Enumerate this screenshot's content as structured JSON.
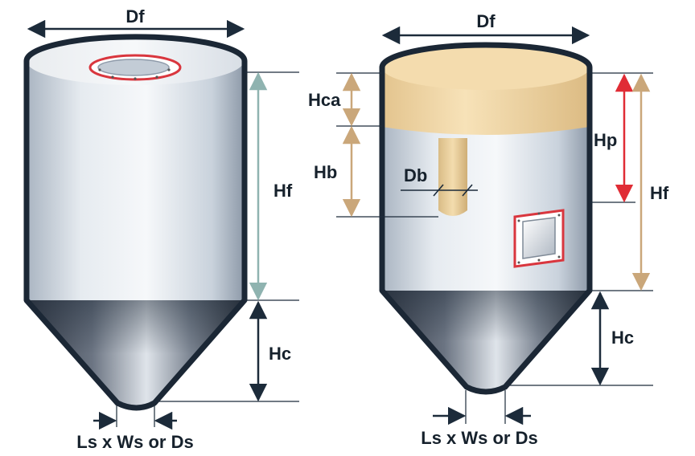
{
  "left_silo": {
    "labels": {
      "diameter": "Df",
      "filter_height": "Hf",
      "cone_height": "Hc",
      "outlet": "Ls x Ws or Ds"
    }
  },
  "right_silo": {
    "labels": {
      "diameter": "Df",
      "clean_air_height": "Hca",
      "bag_height": "Hb",
      "bag_diameter": "Db",
      "panel_height": "Hp",
      "filter_height": "Hf",
      "cone_height": "Hc",
      "outlet": "Ls x Ws or Ds"
    }
  },
  "colors": {
    "outline": "#1b2735",
    "body_light": "#f4f7fa",
    "body_mid": "#cfd8e2",
    "body_dark": "#8f9baa",
    "cone_dark": "#3d4552",
    "top_beige": "#f2d7a7",
    "bag_beige": "#e8cf9e",
    "gauge_red": "#d9363e",
    "dim_teal": "#8fb3b0",
    "dim_tan": "#caa77a",
    "dim_red": "#e02c35",
    "dim_navy": "#1c2b3a"
  }
}
